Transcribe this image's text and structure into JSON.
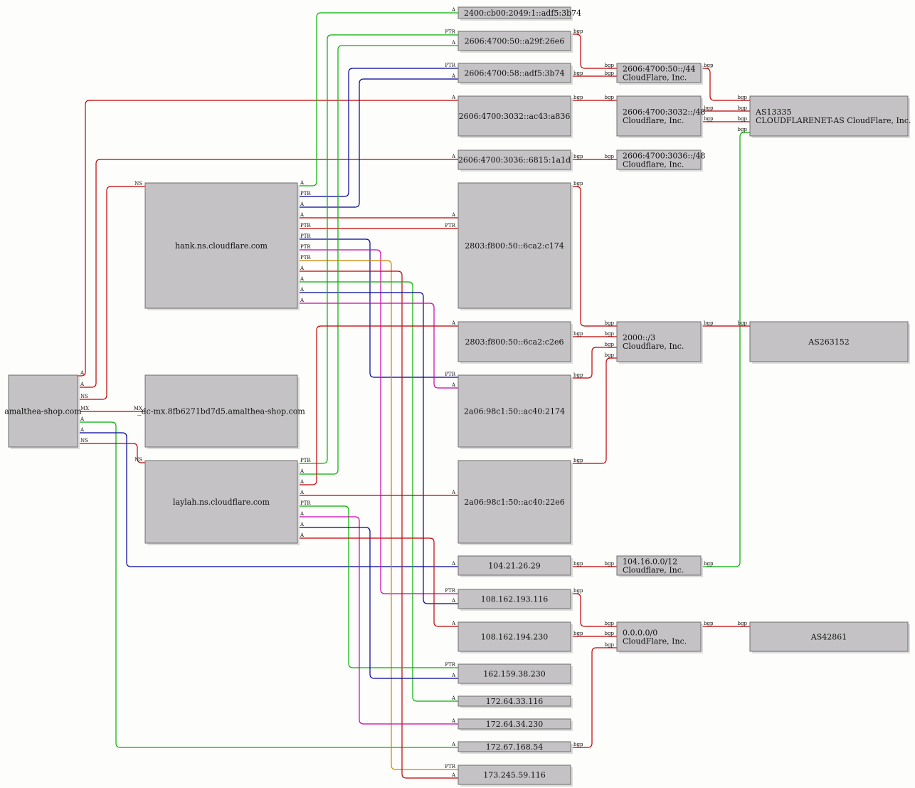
{
  "nodes": [
    {
      "id": "domain",
      "lines": [
        "amalthea-shop.com"
      ]
    },
    {
      "id": "hank",
      "lines": [
        "hank.ns.cloudflare.com"
      ]
    },
    {
      "id": "dcmx",
      "lines": [
        "_dc-mx.8fb6271bd7d5.amalthea-shop.com"
      ]
    },
    {
      "id": "laylah",
      "lines": [
        "laylah.ns.cloudflare.com"
      ]
    },
    {
      "id": "ip6a",
      "lines": [
        "2400:cb00:2049:1::adf5:3b74"
      ]
    },
    {
      "id": "ip6b",
      "lines": [
        "2606:4700:50::a29f:26e6"
      ]
    },
    {
      "id": "ip6c",
      "lines": [
        "2606:4700:58::adf5:3b74"
      ]
    },
    {
      "id": "ip6d",
      "lines": [
        "2606:4700:3032::ac43:a836"
      ]
    },
    {
      "id": "ip6e",
      "lines": [
        "2606:4700:3036::6815:1a1d"
      ]
    },
    {
      "id": "ip6f",
      "lines": [
        "2803:f800:50::6ca2:c174"
      ]
    },
    {
      "id": "ip6g",
      "lines": [
        "2803:f800:50::6ca2:c2e6"
      ]
    },
    {
      "id": "ip6h",
      "lines": [
        "2a06:98c1:50::ac40:2174"
      ]
    },
    {
      "id": "ip6i",
      "lines": [
        "2a06:98c1:50::ac40:22e6"
      ]
    },
    {
      "id": "ip4a",
      "lines": [
        "104.21.26.29"
      ]
    },
    {
      "id": "ip4b",
      "lines": [
        "108.162.193.116"
      ]
    },
    {
      "id": "ip4c",
      "lines": [
        "108.162.194.230"
      ]
    },
    {
      "id": "ip4d",
      "lines": [
        "162.159.38.230"
      ]
    },
    {
      "id": "ip4e",
      "lines": [
        "172.64.33.116"
      ]
    },
    {
      "id": "ip4f",
      "lines": [
        "172.64.34.230"
      ]
    },
    {
      "id": "ip4g",
      "lines": [
        "172.67.168.54"
      ]
    },
    {
      "id": "ip4h",
      "lines": [
        "173.245.59.116"
      ]
    },
    {
      "id": "pfx1",
      "lines": [
        "2606:4700:50::/44",
        "CloudFlare, Inc."
      ]
    },
    {
      "id": "pfx2",
      "lines": [
        "2606:4700:3032::/48",
        "Cloudflare, Inc."
      ]
    },
    {
      "id": "pfx3",
      "lines": [
        "2606:4700:3036::/48",
        "Cloudflare, Inc."
      ]
    },
    {
      "id": "pfx4",
      "lines": [
        "2000::/3",
        "Cloudflare, Inc."
      ]
    },
    {
      "id": "pfx5",
      "lines": [
        "104.16.0.0/12",
        "Cloudflare, Inc."
      ]
    },
    {
      "id": "pfx6",
      "lines": [
        "0.0.0.0/0",
        "CloudFlare, Inc."
      ]
    },
    {
      "id": "as1",
      "lines": [
        "AS13335",
        "CLOUDFLARENET-AS CloudFlare, Inc."
      ]
    },
    {
      "id": "as2",
      "lines": [
        "AS263152"
      ]
    },
    {
      "id": "as3",
      "lines": [
        "AS42861"
      ]
    }
  ],
  "edges": [
    {
      "from": "domain",
      "to": "ip6d",
      "label": "A",
      "color": "#c00000"
    },
    {
      "from": "domain",
      "to": "ip6e",
      "label": "A",
      "color": "#c00000"
    },
    {
      "from": "domain",
      "to": "hank",
      "label": "NS",
      "color": "#c00000"
    },
    {
      "from": "domain",
      "to": "dcmx",
      "label": "MX",
      "color": "#c00000"
    },
    {
      "from": "domain",
      "to": "ip4g",
      "label": "A",
      "color": "#00b000"
    },
    {
      "from": "domain",
      "to": "ip4a",
      "label": "A",
      "color": "#000099"
    },
    {
      "from": "domain",
      "to": "laylah",
      "label": "NS",
      "color": "#c00000"
    },
    {
      "from": "hank",
      "to": "ip6a",
      "label": "A",
      "color": "#00b000"
    },
    {
      "from": "hank",
      "to": "ip6c",
      "label": "PTR",
      "color": "#000099"
    },
    {
      "from": "hank",
      "to": "ip6c",
      "label": "A",
      "color": "#000099"
    },
    {
      "from": "hank",
      "to": "ip6f",
      "label": "A",
      "color": "#c00000"
    },
    {
      "from": "hank",
      "to": "ip6f",
      "label": "PTR",
      "color": "#c00000"
    },
    {
      "from": "hank",
      "to": "ip6h",
      "label": "PTR",
      "color": "#000099"
    },
    {
      "from": "hank",
      "to": "ip4b",
      "label": "PTR",
      "color": "#cc00aa"
    },
    {
      "from": "hank",
      "to": "ip4h",
      "label": "PTR",
      "color": "#d08000"
    },
    {
      "from": "hank",
      "to": "ip4h",
      "label": "A",
      "color": "#c00000"
    },
    {
      "from": "hank",
      "to": "ip4e",
      "label": "A",
      "color": "#00b000"
    },
    {
      "from": "hank",
      "to": "ip4b",
      "label": "A",
      "color": "#000099"
    },
    {
      "from": "hank",
      "to": "ip6h",
      "label": "A",
      "color": "#cc00aa"
    },
    {
      "from": "laylah",
      "to": "ip6b",
      "label": "PTR",
      "color": "#00b000"
    },
    {
      "from": "laylah",
      "to": "ip6b",
      "label": "A",
      "color": "#00b000"
    },
    {
      "from": "laylah",
      "to": "ip6g",
      "label": "A",
      "color": "#c00000"
    },
    {
      "from": "laylah",
      "to": "ip6i",
      "label": "A",
      "color": "#c00000"
    },
    {
      "from": "laylah",
      "to": "ip4d",
      "label": "PTR",
      "color": "#00b000"
    },
    {
      "from": "laylah",
      "to": "ip4f",
      "label": "A",
      "color": "#cc00aa"
    },
    {
      "from": "laylah",
      "to": "ip4d",
      "label": "A",
      "color": "#000099"
    },
    {
      "from": "laylah",
      "to": "ip4c",
      "label": "A",
      "color": "#c00000"
    },
    {
      "from": "ip6b",
      "to": "pfx1",
      "label": "bgp",
      "color": "#c00000"
    },
    {
      "from": "ip6c",
      "to": "pfx1",
      "label": "bgp",
      "color": "#c00000"
    },
    {
      "from": "ip6d",
      "to": "pfx2",
      "label": "bgp",
      "color": "#c00000"
    },
    {
      "from": "ip6e",
      "to": "pfx3",
      "label": "bgp",
      "color": "#c00000"
    },
    {
      "from": "ip6f",
      "to": "pfx4",
      "label": "bgp",
      "color": "#c00000"
    },
    {
      "from": "ip6g",
      "to": "pfx4",
      "label": "bgp",
      "color": "#c00000"
    },
    {
      "from": "ip6h",
      "to": "pfx4",
      "label": "bgp",
      "color": "#c00000"
    },
    {
      "from": "ip6i",
      "to": "pfx4",
      "label": "bgp",
      "color": "#c00000"
    },
    {
      "from": "ip4a",
      "to": "pfx5",
      "label": "bgp",
      "color": "#c00000"
    },
    {
      "from": "ip4b",
      "to": "pfx6",
      "label": "bgp",
      "color": "#c00000"
    },
    {
      "from": "ip4c",
      "to": "pfx6",
      "label": "bgp",
      "color": "#c00000"
    },
    {
      "from": "ip4g",
      "to": "pfx6",
      "label": "bgp",
      "color": "#c00000"
    },
    {
      "from": "pfx1",
      "to": "as1",
      "label": "bgp",
      "color": "#c00000"
    },
    {
      "from": "pfx2",
      "to": "as1",
      "label": "bgp",
      "color": "#c00000"
    },
    {
      "from": "pfx3",
      "to": "as1",
      "label": "bgp",
      "color": "#c00000"
    },
    {
      "from": "pfx5",
      "to": "as1",
      "label": "bgp",
      "color": "#00b000"
    },
    {
      "from": "pfx4",
      "to": "as2",
      "label": "bgp",
      "color": "#c00000"
    },
    {
      "from": "pfx6",
      "to": "as3",
      "label": "bgp",
      "color": "#c00000"
    }
  ]
}
